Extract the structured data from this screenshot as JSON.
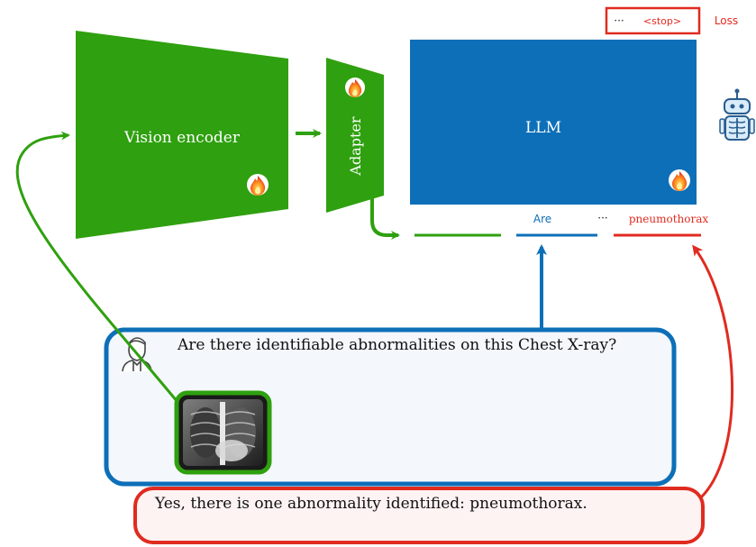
{
  "diagram": {
    "vision_encoder_label": "Vision encoder",
    "adapter_label": "Adapter",
    "llm_label": "LLM",
    "output_tokens": {
      "ellipsis": "···",
      "stop": "<stop>",
      "loss": "Loss"
    },
    "input_tokens": {
      "are": "Are",
      "ellipsis": "···",
      "pneumothorax": "pneumothorax"
    },
    "question": "Are there identifiable abnormalities on this Chest X-ray?",
    "answer": "Yes, there is one abnormality identified: pneumothorax.",
    "icons": [
      "fire-icon",
      "robot-icon",
      "user-icon",
      "chest-xray-image"
    ],
    "colors": {
      "green": "#2fa00f",
      "blue": "#0d6fb8",
      "red": "#e02b20",
      "question_fill": "#f4f7fb",
      "answer_fill": "#fdf3f2"
    }
  }
}
